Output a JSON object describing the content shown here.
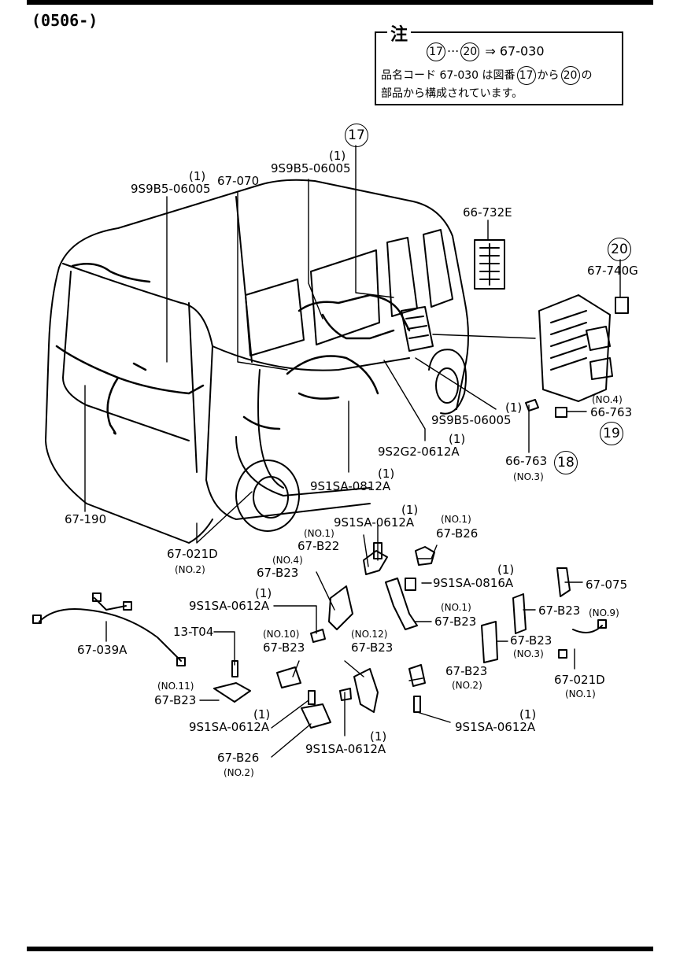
{
  "header": {
    "code": "(0506-)"
  },
  "note": {
    "title": "注",
    "line1": {
      "a": "17",
      "dots": "···",
      "b": "20",
      "arrow": "⇒",
      "code": "67-030"
    },
    "line2": {
      "pre": "品名コード 67-030 は図番",
      "a": "17",
      "mid": "から",
      "b": "20",
      "post": "の"
    },
    "line3": "部品から構成されています。"
  },
  "labels": {
    "p9s9b5_06005_a_qty": "(1)",
    "p9s9b5_06005_a": "9S9B5-06005",
    "p67_070": "67-070",
    "p9s9b5_06005_b_qty": "(1)",
    "p9s9b5_06005_b": "9S9B5-06005",
    "ref17": "17",
    "p66_732e": "66-732E",
    "ref20": "20",
    "p67_740g": "67-740G",
    "p66_763_no4_qty": "(NO.4)",
    "p66_763_no4": "66-763",
    "ref19": "19",
    "p9s9b5_06005_c_qty": "(1)",
    "p9s9b5_06005_c": "9S9B5-06005",
    "p9s2g2_0612a_qty": "(1)",
    "p9s2g2_0612a": "9S2G2-0612A",
    "p66_763_no3": "66-763",
    "ref18": "18",
    "p66_763_no3_note": "(NO.3)",
    "p9s1sa_0812a_qty": "(1)",
    "p9s1sa_0812a": "9S1SA-0812A",
    "p67_190": "67-190",
    "p67_021d_no2": "67-021D",
    "p67_021d_no2_note": "(NO.2)",
    "p9s1sa_0612a_top_qty": "(1)",
    "p9s1sa_0612a_top": "9S1SA-0612A",
    "p67_b22_note": "(NO.1)",
    "p67_b22": "67-B22",
    "p67_b26_no1_note": "(NO.1)",
    "p67_b26_no1": "67-B26",
    "p67_b23_no4_note": "(NO.4)",
    "p67_b23_no4": "67-B23",
    "p9s1sa_0816a_qty": "(1)",
    "p9s1sa_0816a": "9S1SA-0816A",
    "p67_075": "67-075",
    "p9s1sa_0612a_mid_qty": "(1)",
    "p9s1sa_0612a_mid": "9S1SA-0612A",
    "p67_b23_no1_note": "(NO.1)",
    "p67_b23_no1": "67-B23",
    "p67_b23_no9": "67-B23",
    "p67_b23_no9_note": "(NO.9)",
    "p67_039a": "67-039A",
    "p13_t04": "13-T04",
    "p67_b23_no10_note": "(NO.10)",
    "p67_b23_no10": "67-B23",
    "p67_b23_no12_note": "(NO.12)",
    "p67_b23_no12": "67-B23",
    "p67_b23_no3": "67-B23",
    "p67_b23_no3_note": "(NO.3)",
    "p67_b23_no2": "67-B23",
    "p67_b23_no2_note": "(NO.2)",
    "p67_021d_no1": "67-021D",
    "p67_021d_no1_note": "(NO.1)",
    "p67_b23_no11_note": "(NO.11)",
    "p67_b23_no11": "67-B23",
    "p9s1sa_0612a_l_qty": "(1)",
    "p9s1sa_0612a_l": "9S1SA-0612A",
    "p9s1sa_0612a_c_qty": "(1)",
    "p9s1sa_0612a_c": "9S1SA-0612A",
    "p9s1sa_0612a_r_qty": "(1)",
    "p9s1sa_0612a_r": "9S1SA-0612A",
    "p67_b26_no2": "67-B26",
    "p67_b26_no2_note": "(NO.2)"
  }
}
